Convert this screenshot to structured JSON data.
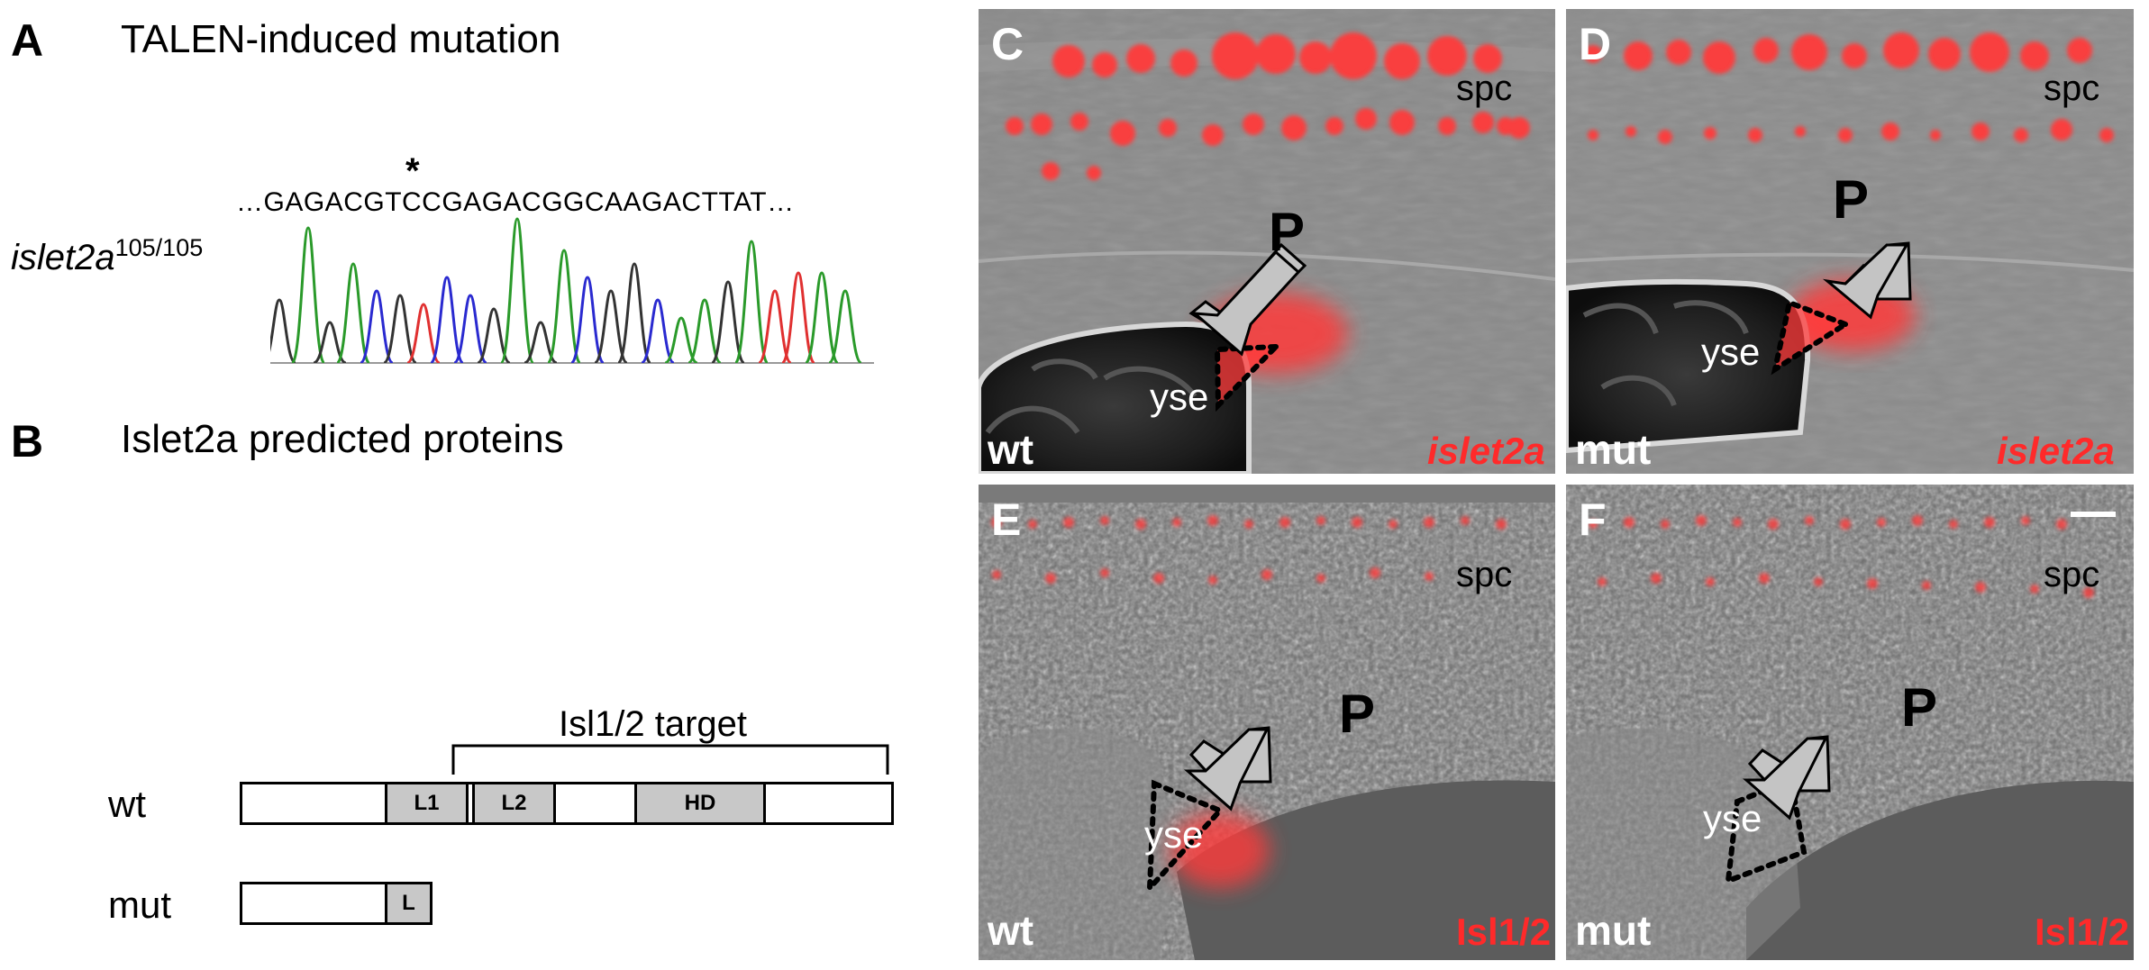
{
  "panel_a": {
    "letter": "A",
    "title": "TALEN-induced mutation",
    "sequence": "…GAGACGTCCGAGACGGCAAGACTTAT…",
    "asterisk": "*",
    "genotype_name": "islet2a",
    "genotype_superscript": "105/105"
  },
  "panel_b": {
    "letter": "B",
    "title": "Islet2a predicted proteins",
    "target_label": "Isl1/2 target",
    "wt": {
      "label": "wt",
      "domains": [
        "L1",
        "L2",
        "HD"
      ]
    },
    "mut": {
      "label": "mut",
      "domain": "L"
    }
  },
  "panels": [
    {
      "letter": "C",
      "genotype": "wt",
      "probe": "islet2a",
      "tissue": "spc",
      "yolk": "yse",
      "pancreas": "P"
    },
    {
      "letter": "D",
      "genotype": "mut",
      "probe": "islet2a",
      "tissue": "spc",
      "yolk": "yse",
      "pancreas": "P"
    },
    {
      "letter": "E",
      "genotype": "wt",
      "probe": "Isl1/2",
      "tissue": "spc",
      "yolk": "yse",
      "pancreas": "P"
    },
    {
      "letter": "F",
      "genotype": "mut",
      "probe": "Isl1/2",
      "tissue": "spc",
      "yolk": "yse",
      "pancreas": "P"
    }
  ],
  "colors": {
    "signal": "#ff2a2a",
    "arrow": "#c4c4c4",
    "domain_fill": "#c8c8c8"
  }
}
